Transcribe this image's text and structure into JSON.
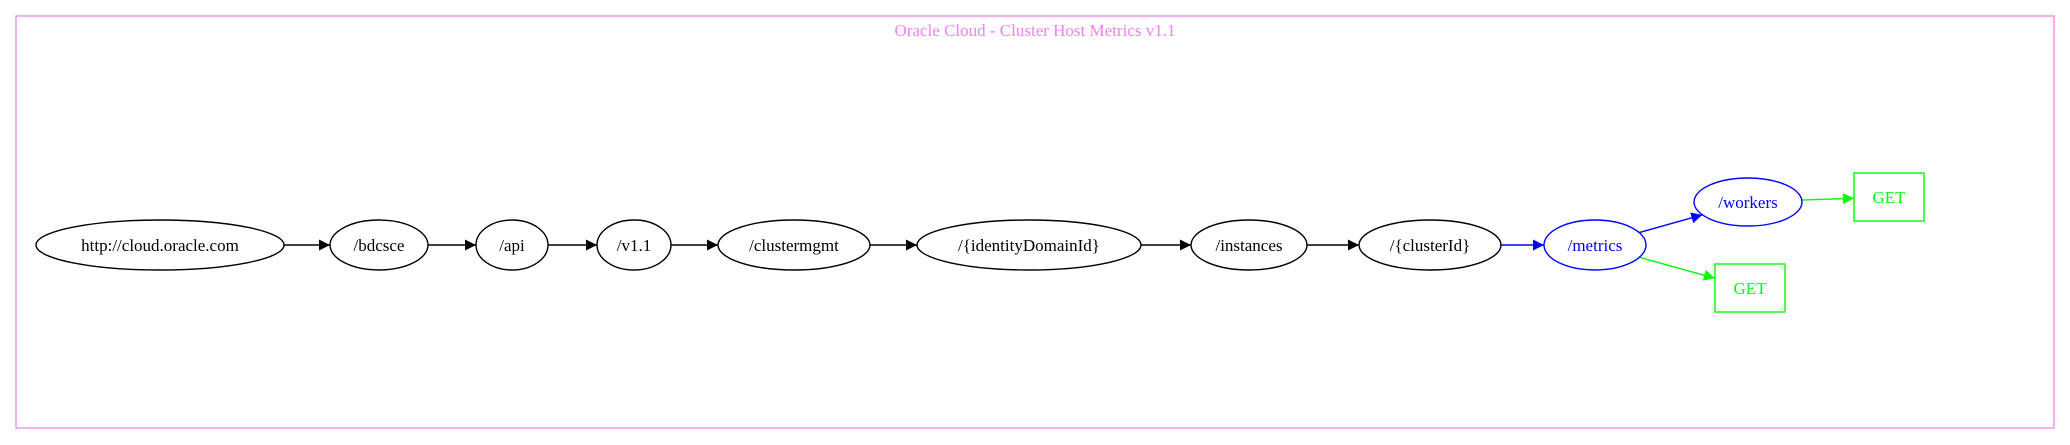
{
  "title": "Oracle Cloud - Cluster Host Metrics v1.1",
  "colors": {
    "frame": "#ee82ee",
    "default": "#000000",
    "highlight": "#0000ff",
    "method": "#00ff00"
  },
  "nodes": [
    {
      "id": "root",
      "label": "http://cloud.oracle.com",
      "shape": "ellipse",
      "color": "#000000"
    },
    {
      "id": "bdcsce",
      "label": "/bdcsce",
      "shape": "ellipse",
      "color": "#000000"
    },
    {
      "id": "api",
      "label": "/api",
      "shape": "ellipse",
      "color": "#000000"
    },
    {
      "id": "v11",
      "label": "/v1.1",
      "shape": "ellipse",
      "color": "#000000"
    },
    {
      "id": "clustermgmt",
      "label": "/clustermgmt",
      "shape": "ellipse",
      "color": "#000000"
    },
    {
      "id": "identity",
      "label": "/{identityDomainId}",
      "shape": "ellipse",
      "color": "#000000"
    },
    {
      "id": "instances",
      "label": "/instances",
      "shape": "ellipse",
      "color": "#000000"
    },
    {
      "id": "cluster",
      "label": "/{clusterId}",
      "shape": "ellipse",
      "color": "#000000"
    },
    {
      "id": "metrics",
      "label": "/metrics",
      "shape": "ellipse",
      "color": "#0000ff"
    },
    {
      "id": "workers",
      "label": "/workers",
      "shape": "ellipse",
      "color": "#0000ff"
    },
    {
      "id": "get_workers",
      "label": "GET",
      "shape": "box",
      "color": "#00ff00"
    },
    {
      "id": "get_metrics",
      "label": "GET",
      "shape": "box",
      "color": "#00ff00"
    }
  ],
  "edges": [
    {
      "from": "root",
      "to": "bdcsce",
      "color": "#000000"
    },
    {
      "from": "bdcsce",
      "to": "api",
      "color": "#000000"
    },
    {
      "from": "api",
      "to": "v11",
      "color": "#000000"
    },
    {
      "from": "v11",
      "to": "clustermgmt",
      "color": "#000000"
    },
    {
      "from": "clustermgmt",
      "to": "identity",
      "color": "#000000"
    },
    {
      "from": "identity",
      "to": "instances",
      "color": "#000000"
    },
    {
      "from": "instances",
      "to": "cluster",
      "color": "#000000"
    },
    {
      "from": "cluster",
      "to": "metrics",
      "color": "#0000ff"
    },
    {
      "from": "metrics",
      "to": "workers",
      "color": "#0000ff"
    },
    {
      "from": "metrics",
      "to": "get_metrics",
      "color": "#00ff00"
    },
    {
      "from": "workers",
      "to": "get_workers",
      "color": "#00ff00"
    }
  ]
}
